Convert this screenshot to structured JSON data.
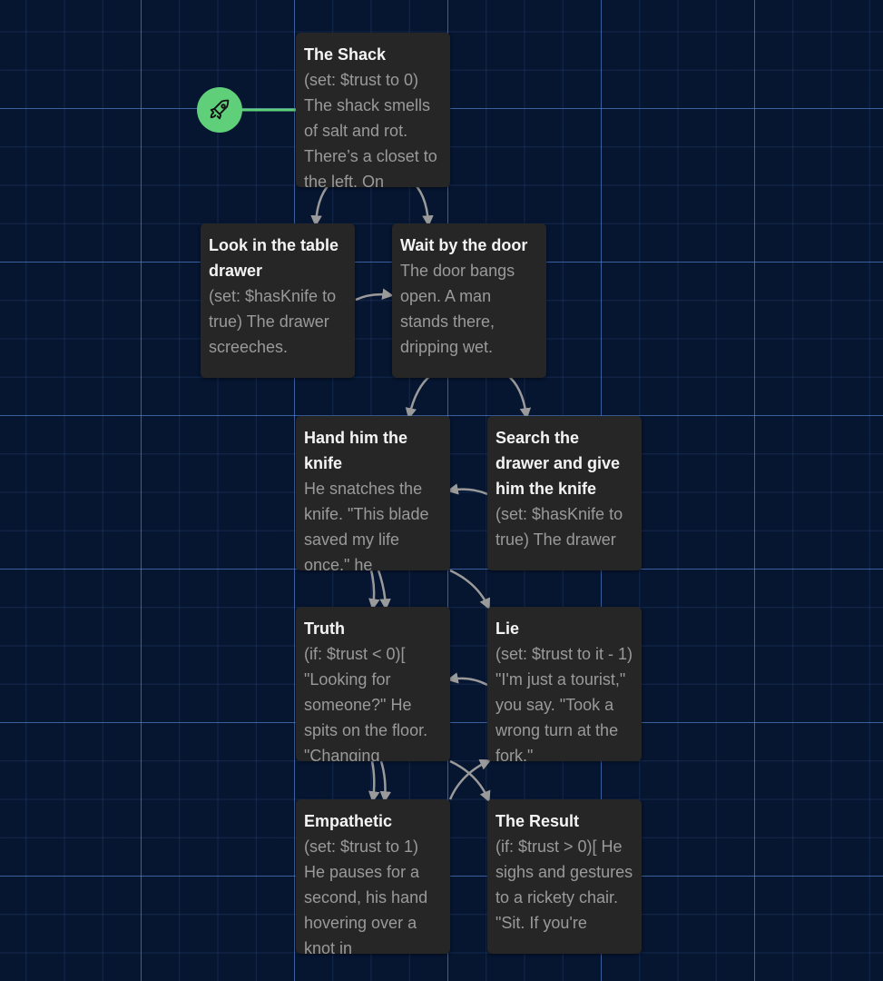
{
  "story_map": {
    "start_icon": "rocket-icon",
    "colors": {
      "background": "#061530",
      "passage": "#262626",
      "start_marker": "#5fcf7a",
      "arrow": "#9a9a9a"
    },
    "passages": [
      {
        "id": "the-shack",
        "title": "The Shack",
        "excerpt": "(set: $trust to 0) The shack smells of salt and rot. There’s a closet to the left. On"
      },
      {
        "id": "look-in-the-table-drawer",
        "title": "Look in the table drawer",
        "excerpt": "(set: $hasKnife to true) The drawer screeches."
      },
      {
        "id": "wait-by-the-door",
        "title": "Wait by the door",
        "excerpt": "The door bangs open. A man stands there, dripping wet."
      },
      {
        "id": "hand-him-the-knife",
        "title": "Hand him the knife",
        "excerpt": "He snatches the knife. \"This blade saved my life once,\" he"
      },
      {
        "id": "search-the-drawer",
        "title": "Search the drawer and give him the knife",
        "excerpt": "(set: $hasKnife to true) The drawer"
      },
      {
        "id": "truth",
        "title": "Truth",
        "excerpt": "(if: $trust < 0)[ \"Looking for someone?\" He spits on the floor. \"Changing"
      },
      {
        "id": "lie",
        "title": "Lie",
        "excerpt": "(set: $trust to it - 1) \"I'm just a tourist,\" you say. \"Took a wrong turn at the fork.\""
      },
      {
        "id": "empathetic",
        "title": "Empathetic",
        "excerpt": "(set: $trust to 1) He pauses for a second, his hand hovering over a knot in"
      },
      {
        "id": "the-result",
        "title": "The Result",
        "excerpt": "(if: $trust > 0)[ He sighs and gestures to a rickety chair. \"Sit. If you're"
      }
    ]
  }
}
